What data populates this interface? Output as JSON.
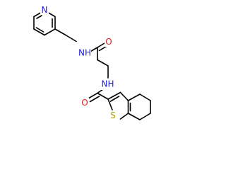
{
  "molecule": {
    "atoms": [
      {
        "id": "pyr_n",
        "label": "N",
        "color": "#1f1fd6"
      },
      {
        "id": "amide_nh_1",
        "label": "NH",
        "color": "#1f1fd6"
      },
      {
        "id": "carbonyl_o_1",
        "label": "O",
        "color": "#e02020"
      },
      {
        "id": "amide_nh_2",
        "label": "NH",
        "color": "#1f1fd6"
      },
      {
        "id": "carbonyl_o_2",
        "label": "O",
        "color": "#e02020"
      },
      {
        "id": "thiophene_s",
        "label": "S",
        "color": "#b8a000"
      }
    ],
    "bond_color": "#000000"
  }
}
